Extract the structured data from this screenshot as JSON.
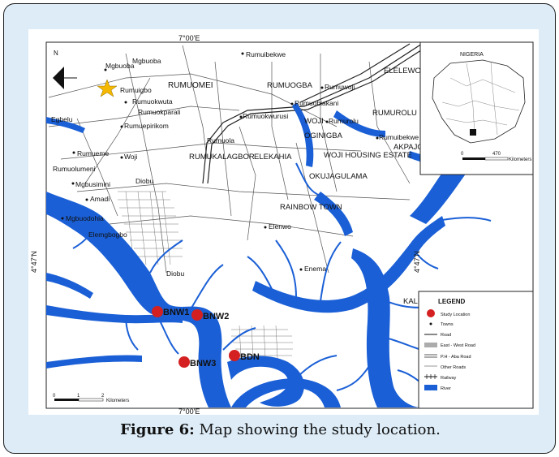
{
  "coords": {
    "top": "7°00'E",
    "bottom": "7°00'E",
    "left": "4°47'N",
    "right": "4°47'N"
  },
  "north": "N",
  "inset": {
    "title": "NIGERIA",
    "scale_zero": "0",
    "scale_val": "470",
    "scale_unit": "Kilometers"
  },
  "places": [
    "Mgbuoba",
    "Mgbuoba",
    "Rumuigbo",
    "RUMUOMEI",
    "Rumuokwuta",
    "Rumuokparali",
    "Egbelu",
    "Rumuepirikom",
    "Rumueme",
    "Rumuolumeni",
    "Woji",
    "Diobu",
    "Mgbusimini",
    "Amadi",
    "Mgbuodohia",
    "Elemgbogbo",
    "Diobu",
    "Rumuibekwe",
    "RUMUOGBA",
    "Rumuwoji",
    "ELELEWON",
    "Rumuobiakani",
    "RUMUROLU",
    "Rumuokwurusi",
    "WOJI",
    "Rumurolu",
    "OGINIGBA",
    "Rumuibekwe",
    "AKPAJO",
    "WOJI HOUSING ESTATE",
    "OKUJAGULAMA",
    "RUMUKALAGBOR",
    "ELEKAHIA",
    "RAINBOW TOWN",
    "Elenwo",
    "Enema",
    "Rumuola",
    "KALIO ISLAND"
  ],
  "stations": [
    {
      "id": "BNW1"
    },
    {
      "id": "BNW2"
    },
    {
      "id": "BNW3"
    },
    {
      "id": "BDN"
    }
  ],
  "legend": {
    "title": "LEGEND",
    "items": [
      "Study Location",
      "Towns",
      "Road",
      "East - West Road",
      "P.H - Aba Road",
      "Other Roads",
      "Railway",
      "River"
    ]
  },
  "scalebar": {
    "labels": [
      "0",
      "1",
      "2"
    ],
    "unit": "Kilometers"
  },
  "caption": {
    "prefix": "Figure 6:",
    "text": " Map showing the study location."
  },
  "colors": {
    "river": "#1a5fd6",
    "station": "#d42020",
    "star": "#f5b800",
    "frame": "#ddecf7"
  }
}
